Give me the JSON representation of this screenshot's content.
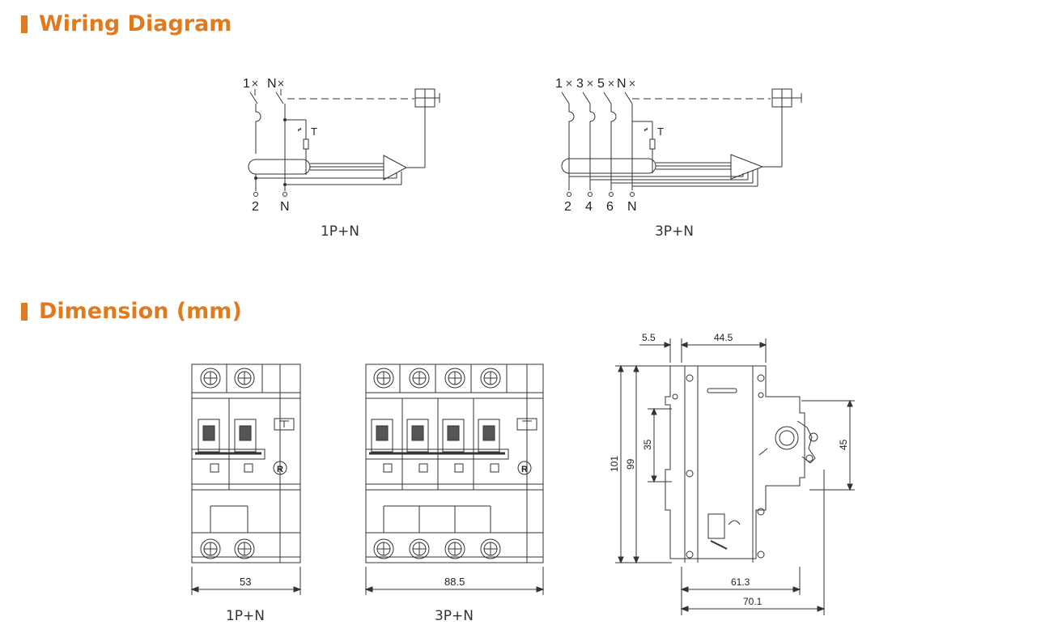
{
  "colors": {
    "accent": "#e07a1f",
    "line": "#333333"
  },
  "wiring": {
    "title": "Wiring Diagram",
    "d1": {
      "top_labels": [
        "1",
        "N"
      ],
      "bottom_labels": [
        "2",
        "N"
      ],
      "test_label": "T",
      "caption": "1P+N"
    },
    "d2": {
      "top_labels": [
        "1",
        "3",
        "5",
        "N"
      ],
      "bottom_labels": [
        "2",
        "4",
        "6",
        "N"
      ],
      "test_label": "T",
      "caption": "3P+N"
    }
  },
  "dimension": {
    "title": "Dimension (mm)",
    "front1": {
      "width": "53",
      "caption": "1P+N"
    },
    "front2": {
      "width": "88.5",
      "caption": "3P+N"
    },
    "side": {
      "top_a": "5.5",
      "top_b": "44.5",
      "h_total": "101",
      "h_body": "99",
      "h_rail": "35",
      "h_right": "45",
      "w_a": "61.3",
      "w_b": "70.1"
    }
  }
}
